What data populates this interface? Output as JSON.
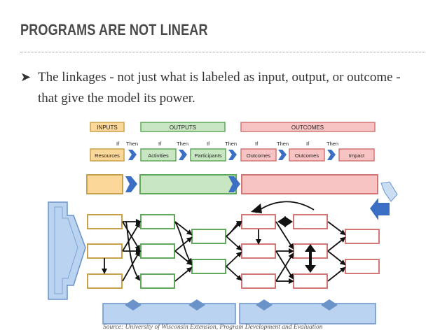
{
  "slide": {
    "title": "PROGRAMS ARE NOT LINEAR",
    "bullet_glyph": "➤",
    "body": "The linkages - not just what is labeled as input, output, or outcome - that give the model its power.",
    "source": "Source: University of Wisconsin Extension, Program Development and Evaluation"
  },
  "diagram": {
    "headers": [
      "INPUTS",
      "OUTPUTS",
      "OUTCOMES"
    ],
    "row_labels": [
      "Resources",
      "Activities",
      "Participants",
      "Outcomes",
      "Outcomes",
      "Impact"
    ],
    "connector_if": "If",
    "connector_then": "Then",
    "colors": {
      "inputs_fill": "#fbd79a",
      "inputs_stroke": "#c8a24a",
      "outputs_fill": "#c9e6c2",
      "outputs_stroke": "#5fa95a",
      "outcomes_fill": "#f8c3c3",
      "outcomes_stroke": "#d27676",
      "arrow_blue": "#3a6fc4",
      "base_blue": "#b9d3f0"
    }
  }
}
